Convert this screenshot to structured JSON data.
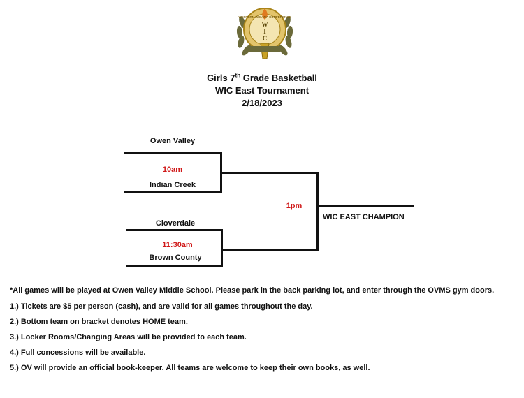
{
  "logo": {
    "letters": "WIC",
    "ring_text": "WESTERN INDIANA CONFERENCE"
  },
  "header": {
    "title_prefix": "Girls 7",
    "title_sup": "th",
    "title_suffix": " Grade Basketball",
    "subtitle": "WIC East Tournament",
    "date": "2/18/2023"
  },
  "bracket": {
    "game1": {
      "top_team": "Owen Valley",
      "time": "10am",
      "bottom_team": "Indian Creek"
    },
    "game2": {
      "top_team": "Cloverdale",
      "time": "11:30am",
      "bottom_team": "Brown County"
    },
    "final": {
      "time": "1pm",
      "winner_label": "WIC EAST CHAMPION"
    }
  },
  "notes": {
    "intro": "*All games will be played at Owen Valley Middle School. Please park in the back parking lot, and enter through the OVMS gym doors.",
    "items": [
      "1.) Tickets are $5 per person (cash), and are valid for all games throughout the day.",
      "2.) Bottom team on bracket denotes HOME team.",
      "3.) Locker Rooms/Changing Areas will be provided to each team.",
      "4.) Full concessions will be available.",
      "5.) OV will provide an official book-keeper. All teams are welcome to keep their own books, as well."
    ]
  },
  "colors": {
    "time_red": "#d01818",
    "logo_gold": "#c9a227",
    "logo_olive": "#6b6a3a"
  }
}
